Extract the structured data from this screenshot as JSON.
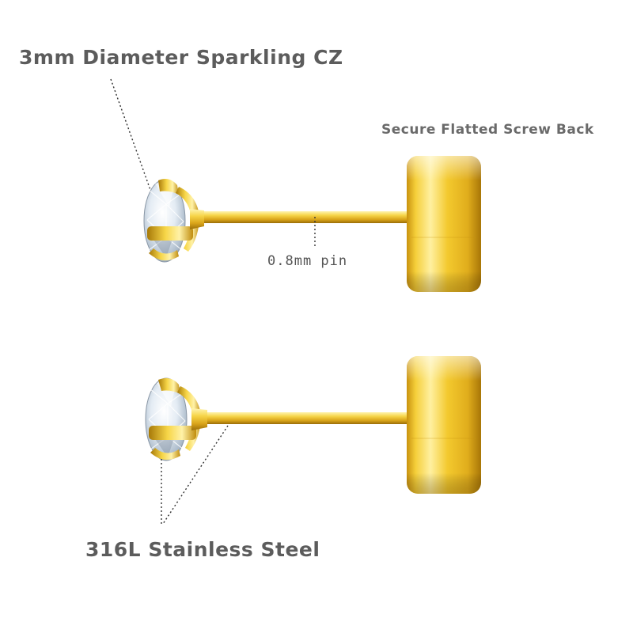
{
  "labels": {
    "stone": "3mm Diameter Sparkling CZ",
    "back": "Secure Flatted Screw Back",
    "pin": "0.8mm  pin",
    "material": "316L Stainless Steel"
  },
  "colors": {
    "gold_light": "#fff1a6",
    "gold_mid": "#f3cf3b",
    "gold_dark": "#c79310",
    "gold_deep": "#8f6406",
    "text": "#5c5c5c",
    "leader": "#333333"
  }
}
